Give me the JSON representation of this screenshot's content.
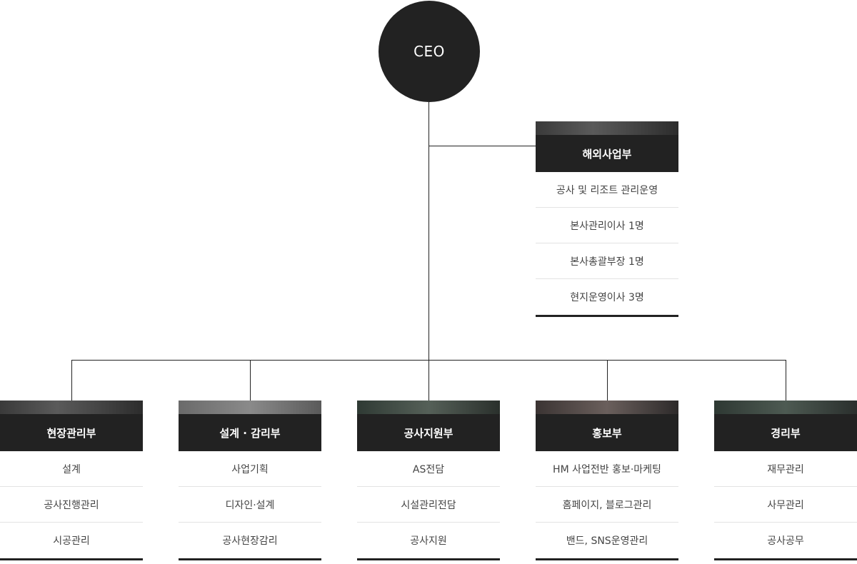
{
  "ceo": {
    "label": "CEO"
  },
  "overseas": {
    "title": "해외사업부",
    "items": [
      "공사 및 리조트 관리운영",
      "본사관리이사 1명",
      "본사총괄부장 1명",
      "현지운영이사 3명"
    ]
  },
  "departments": [
    {
      "title": "현장관리부",
      "items": [
        "설계",
        "공사진행관리",
        "시공관리"
      ]
    },
    {
      "title": "설계 · 감리부",
      "items": [
        "사업기획",
        "디자인·설계",
        "공사현장감리"
      ]
    },
    {
      "title": "공사지원부",
      "items": [
        "AS전담",
        "시설관리전담",
        "공사지원"
      ]
    },
    {
      "title": "홍보부",
      "items": [
        "HM 사업전반 홍보·마케팅",
        "홈페이지, 블로그관리",
        "밴드, SNS운영관리"
      ]
    },
    {
      "title": "경리부",
      "items": [
        "재무관리",
        "사무관리",
        "공사공무"
      ]
    }
  ]
}
